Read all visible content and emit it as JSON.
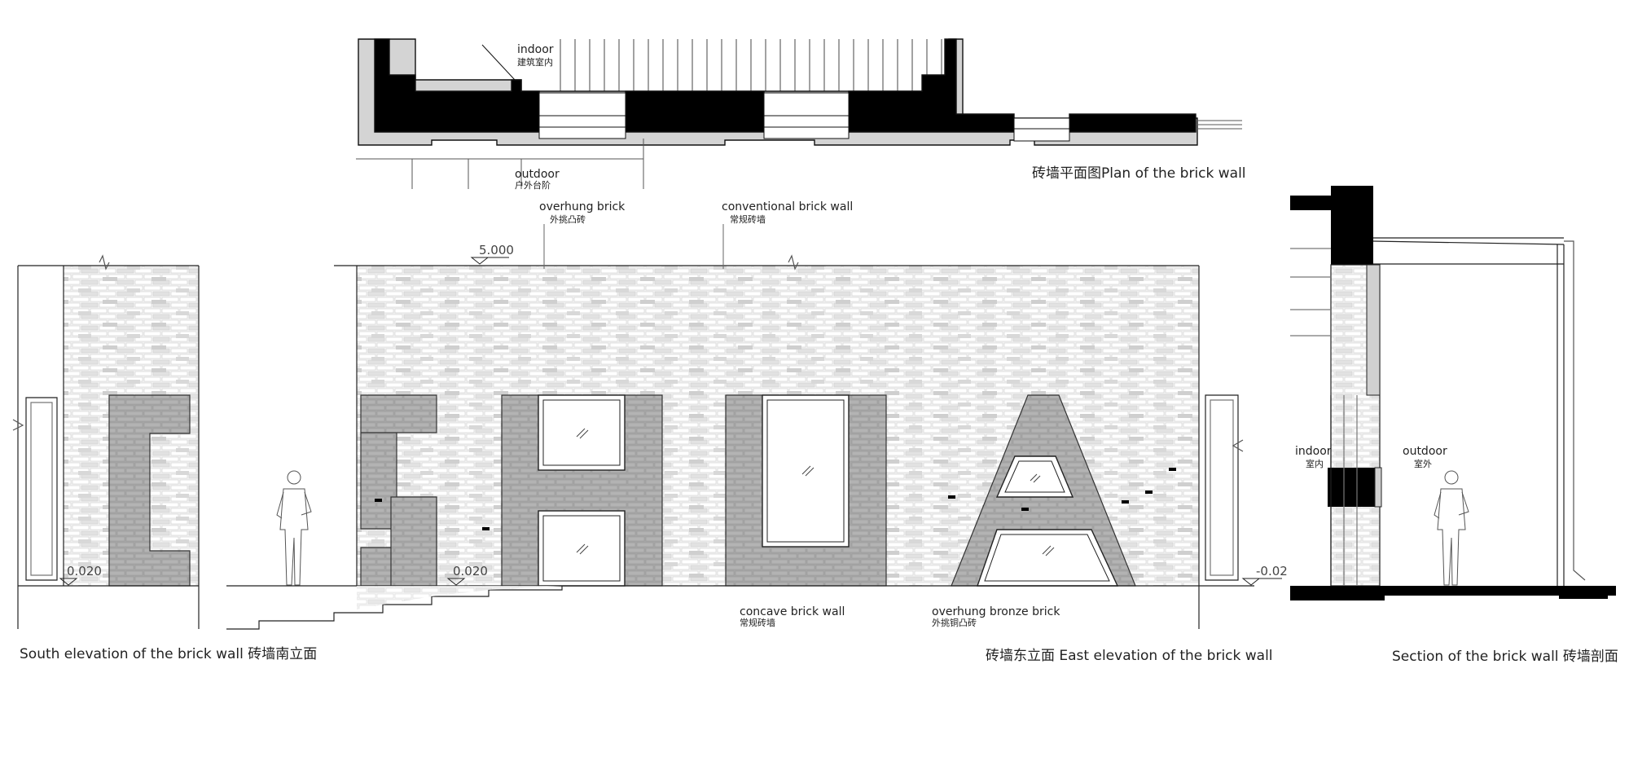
{
  "plan": {
    "indoor_en": "indoor",
    "indoor_cn": "建筑室内",
    "outdoor_en": "outdoor",
    "outdoor_cn": "户外台阶",
    "caption": "砖墙平面图Plan of the brick wall"
  },
  "east": {
    "overhung_brick_en": "overhung brick",
    "overhung_brick_cn": "外挑凸砖",
    "conventional_en": "conventional brick wall",
    "conventional_cn": "常规砖墙",
    "concave_en": "concave brick wall",
    "concave_cn": "常规砖墙",
    "bronze_en": "overhung bronze brick",
    "bronze_cn": "外挑铜凸砖",
    "level_top": "5.000",
    "level_base": "0.020",
    "level_right": "-0.02",
    "caption": "砖墙东立面 East elevation of the brick wall"
  },
  "south": {
    "level": "0.020",
    "caption": "South elevation of the brick wall 砖墙南立面"
  },
  "section": {
    "indoor_en": "indoor",
    "indoor_cn": "室内",
    "outdoor_en": "outdoor",
    "outdoor_cn": "室外",
    "caption": "Section of the brick wall  砖墙剖面"
  },
  "colors": {
    "ink": "#111111",
    "brick_face": "#f2f2f2",
    "concave_fill": "#a9a9a9",
    "mortar": "#c9c9c9"
  }
}
